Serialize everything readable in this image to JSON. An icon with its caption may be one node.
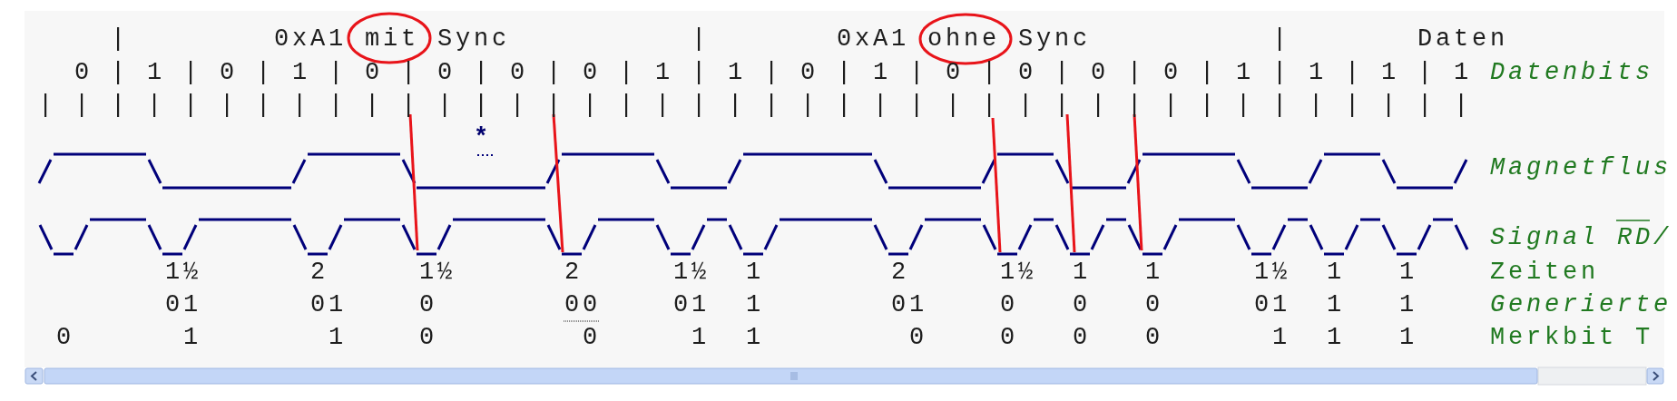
{
  "diagram": {
    "labels": [
      "|",
      "0xA1 mit Sync",
      "|",
      "0xA1 ohne Sync",
      "|",
      "Daten",
      "0 | 1 | 0 | 1 | 0 | 0 | 0 | 0 | 1 | 1 | 0 | 1 | 0 | 0 | 0 | 0 | 1 | 1 | 1 | 1",
      "Datenbits",
      "| | | | | | | | | | | | | | | | | | | | | | | | | | | | | | | | | | | | | | | |",
      "*",
      "Magnetflus",
      "Signal",
      "RD/",
      "1½",
      "2",
      "1½",
      "2",
      "1½",
      "1",
      "2",
      "1½",
      "1",
      "1",
      "1½",
      "1",
      "1",
      "Zeiten",
      "01",
      "01",
      "0",
      "00",
      "01",
      "1",
      "01",
      "0",
      "0",
      "0",
      "01",
      "1",
      "1",
      "Generierte",
      "0",
      "1",
      "1",
      "0",
      "0",
      "1",
      "1",
      "0",
      "0",
      "0",
      "0",
      "1",
      "1",
      "1",
      "Merkbit T"
    ]
  }
}
